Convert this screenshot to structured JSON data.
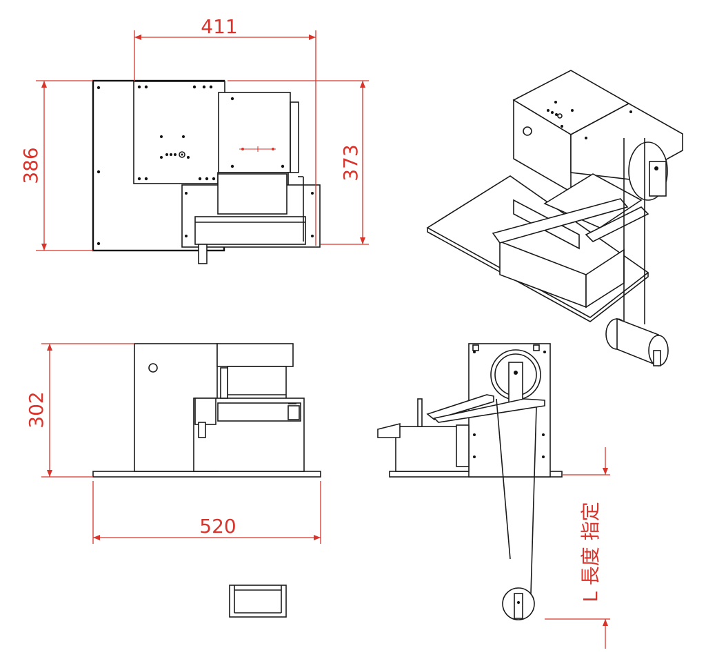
{
  "colors": {
    "dimension": "#d9342b",
    "line": "#1a1a1a",
    "background": "#ffffff"
  },
  "dimensions": {
    "top_width": "411",
    "left_height": "386",
    "right_height": "373",
    "front_height": "302",
    "front_width": "520",
    "length_label": "L 長度 指定"
  }
}
